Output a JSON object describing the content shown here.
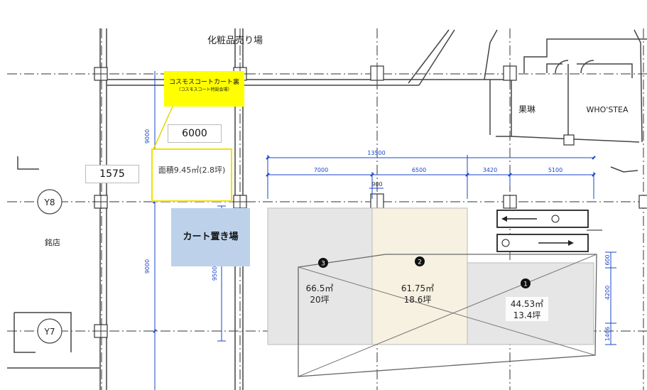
{
  "labels": {
    "cosmetics": "化粧品売り場",
    "kiosk": "果琳",
    "whostea": "WHO'STEA",
    "meiten": "銘店",
    "grid_y8": "Y8",
    "grid_y7": "Y7"
  },
  "callouts": {
    "yellow_title": "コスモスコートカート裏",
    "yellow_sub": "（コスモスコート特設会場）",
    "dim_6000": "6000",
    "dim_1575": "1575",
    "area_note": "面積9.45㎡(2.8坪)",
    "cart_area": "カート置き場"
  },
  "dimensions": {
    "total": "13500",
    "seg1": "7000",
    "seg2": "6500",
    "seg3": "3420",
    "seg4": "5100",
    "small": "900",
    "left_9000_top": "9000",
    "left_9000_bottom": "9000",
    "mid_9500": "9500",
    "right_600": "600",
    "right_4200": "4200",
    "right_1466": "1466"
  },
  "zones": [
    {
      "marker": "❸",
      "area": "66.5㎡",
      "tsubo": "20坪"
    },
    {
      "marker": "❷",
      "area": "61.75㎡",
      "tsubo": "18.6坪"
    },
    {
      "marker": "❶",
      "area": "44.53㎡",
      "tsubo": "13.4坪"
    }
  ],
  "colors": {
    "yellow": "#ffff00",
    "cart_blue": "#bdd2ea",
    "dim_blue": "#1a46c8",
    "zone_gray": "#e6e6e6",
    "zone_cream": "#f6f1e1"
  }
}
